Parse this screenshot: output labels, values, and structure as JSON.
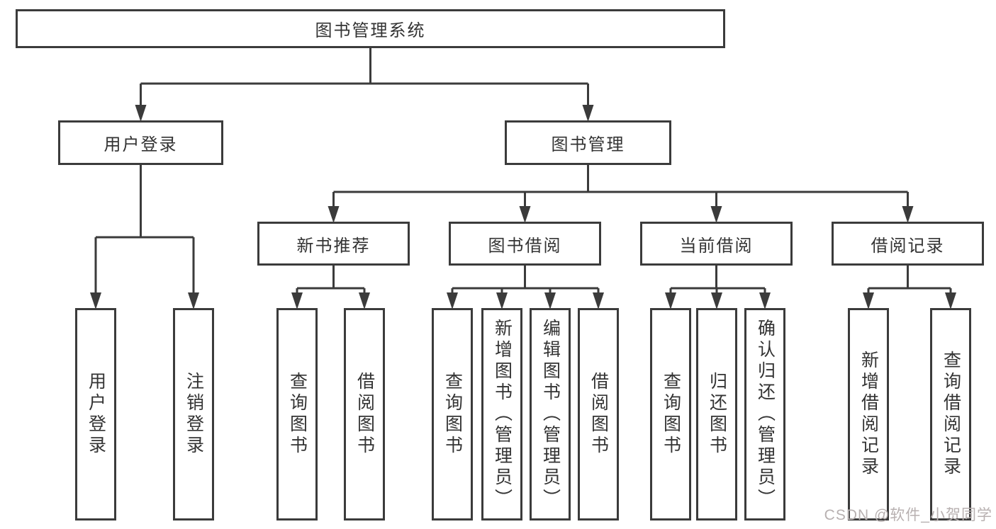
{
  "diagram": {
    "type": "tree",
    "title": "图书管理系统",
    "nodes": {
      "root": {
        "label": "图书管理系统",
        "parent": null
      },
      "user_login": {
        "label": "用户登录",
        "parent": "root"
      },
      "book_mgmt": {
        "label": "图书管理",
        "parent": "root"
      },
      "new_book_recommend": {
        "label": "新书推荐",
        "parent": "book_mgmt"
      },
      "book_borrow": {
        "label": "图书借阅",
        "parent": "book_mgmt"
      },
      "current_borrow": {
        "label": "当前借阅",
        "parent": "book_mgmt"
      },
      "borrow_records": {
        "label": "借阅记录",
        "parent": "book_mgmt"
      },
      "leaf_user_login": {
        "label": "用户登录",
        "parent": "user_login"
      },
      "leaf_logout_login": {
        "label": "注销登录",
        "parent": "user_login"
      },
      "recommend_query_book": {
        "label": "查询图书",
        "parent": "new_book_recommend"
      },
      "recommend_borrow_book": {
        "label": "借阅图书",
        "parent": "new_book_recommend"
      },
      "borrow_query_book": {
        "label": "查询图书",
        "parent": "book_borrow"
      },
      "borrow_add_book_admin": {
        "label": "新增图书（管理员）",
        "parent": "book_borrow"
      },
      "borrow_edit_book_admin": {
        "label": "编辑图书（管理员）",
        "parent": "book_borrow"
      },
      "borrow_borrow_book": {
        "label": "借阅图书",
        "parent": "book_borrow"
      },
      "current_query_book": {
        "label": "查询图书",
        "parent": "current_borrow"
      },
      "current_return_book": {
        "label": "归还图书",
        "parent": "current_borrow"
      },
      "current_confirm_return_admin": {
        "label": "确认归还（管理员）",
        "parent": "current_borrow"
      },
      "records_add_borrow_record": {
        "label": "新增借阅记录",
        "parent": "borrow_records"
      },
      "records_query_borrow_record": {
        "label": "查询借阅记录",
        "parent": "borrow_records"
      }
    }
  },
  "watermark": {
    "text": "CSDN @软件_小贺同学"
  },
  "colors": {
    "line": "#3b3b3b",
    "box_border": "#3b3b3b",
    "text": "#333333",
    "background": "#ffffff",
    "watermark": "#b8b1b1"
  }
}
